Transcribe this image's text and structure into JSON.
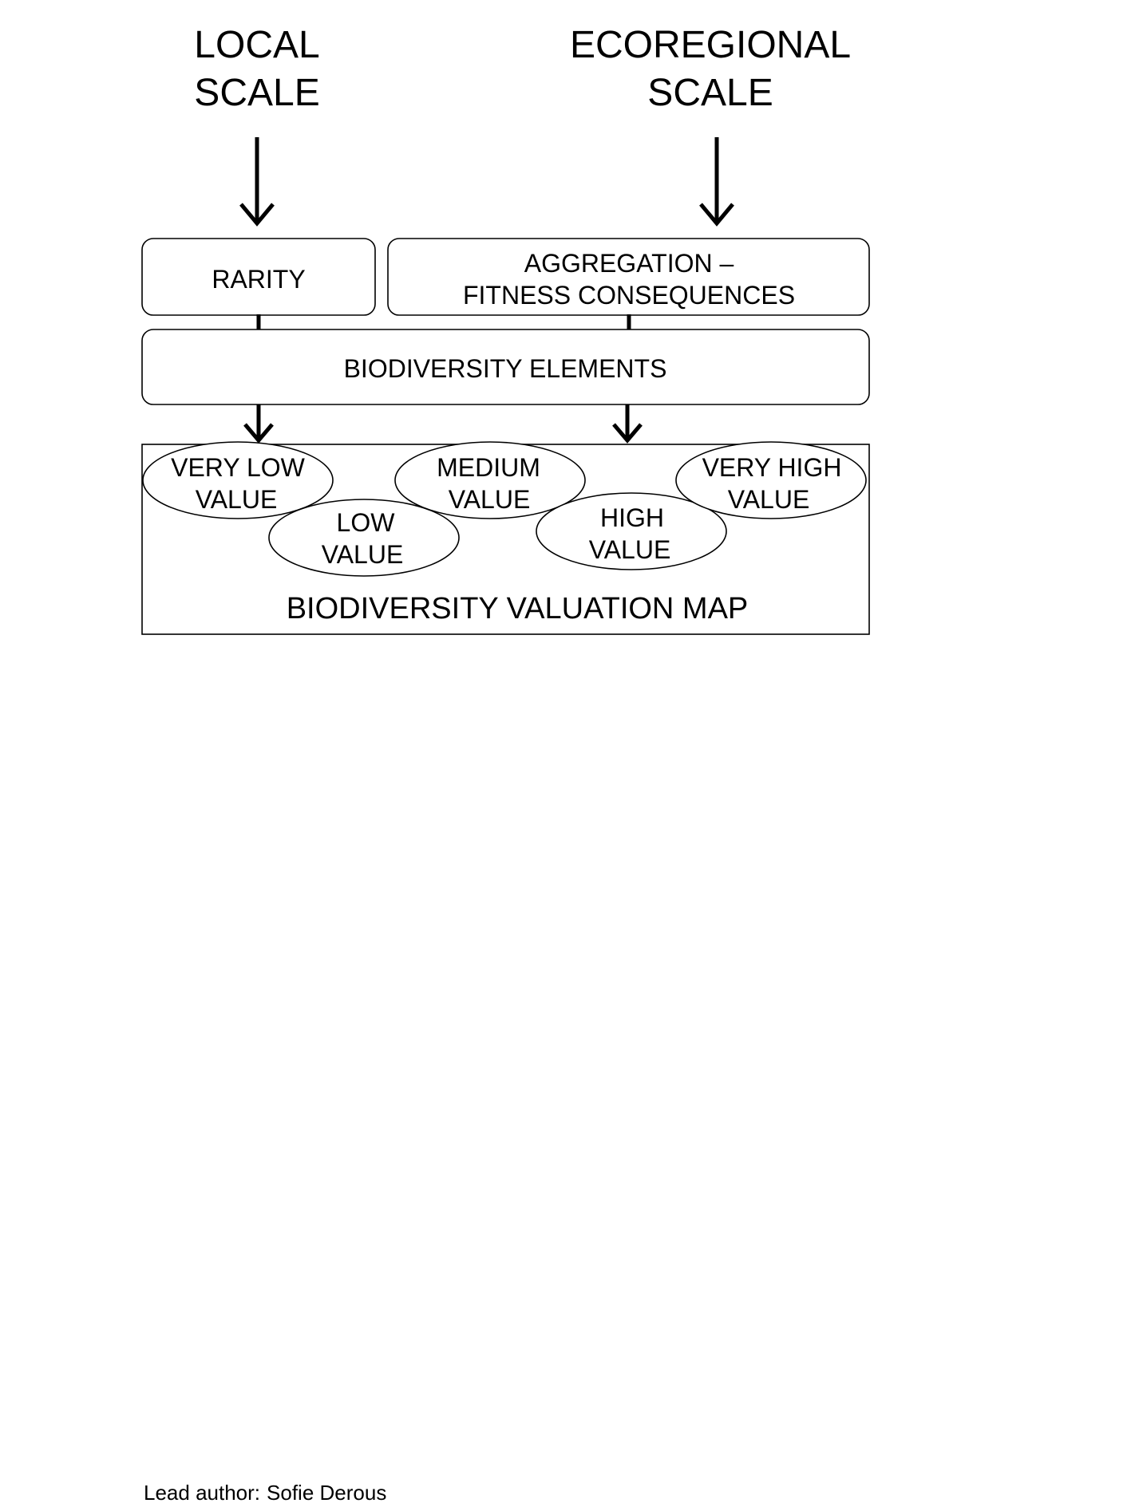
{
  "scales": {
    "local": [
      "LOCAL",
      "SCALE"
    ],
    "ecoregional": [
      "ECOREGIONAL",
      "SCALE"
    ]
  },
  "boxes": {
    "rarity": "RARITY",
    "aggregation": [
      "AGGREGATION –",
      "FITNESS CONSEQUENCES"
    ],
    "elements": "BIODIVERSITY ELEMENTS"
  },
  "map": {
    "title": "BIODIVERSITY VALUATION MAP",
    "values": {
      "very_low": [
        "VERY LOW",
        "VALUE"
      ],
      "low": [
        "LOW",
        "VALUE"
      ],
      "medium": [
        "MEDIUM",
        "VALUE"
      ],
      "high": [
        "HIGH",
        "VALUE"
      ],
      "very_high": [
        "VERY HIGH",
        "VALUE"
      ]
    }
  },
  "footer": {
    "label": "Lead author:",
    "name": "Sofie Derous"
  }
}
